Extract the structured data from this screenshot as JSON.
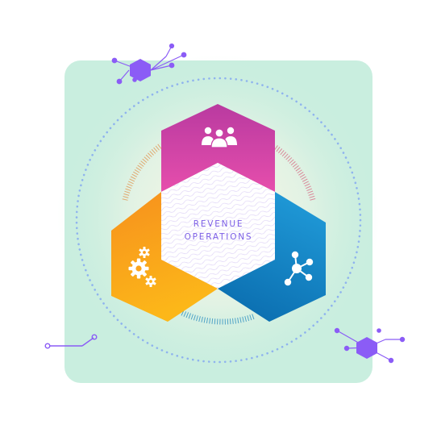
{
  "diagram": {
    "center_label_line1": "REVENUE",
    "center_label_line2": "OPERATIONS",
    "segments": [
      {
        "name": "people",
        "icon": "people-group-icon",
        "color_top": "#c23ea5",
        "color_bottom": "#e24aac"
      },
      {
        "name": "settings",
        "icon": "gears-icon",
        "color_top": "#f7931e",
        "color_bottom": "#fbb31a"
      },
      {
        "name": "network",
        "icon": "network-nodes-icon",
        "color_top": "#1a8fd1",
        "color_bottom": "#0b6fb2"
      }
    ],
    "colors": {
      "panel_background": "#c9eedf",
      "dotted_ring": "#8fb3ee",
      "accent_purple": "#8b5cf6",
      "center_text": "#7c5fe6"
    }
  }
}
